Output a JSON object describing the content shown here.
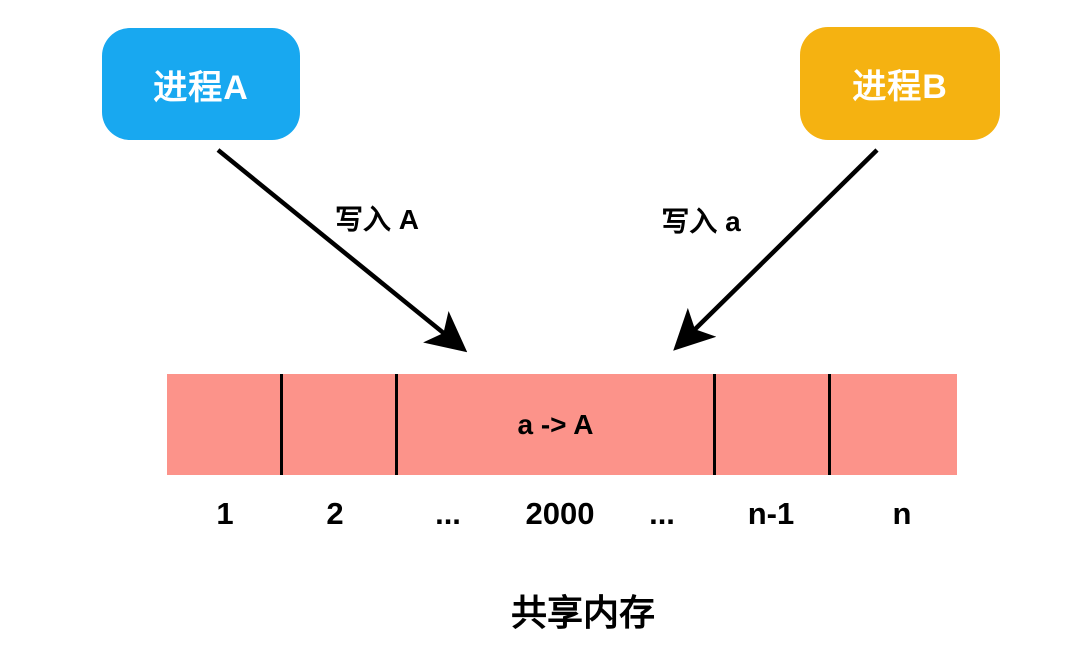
{
  "diagram": {
    "process_a": {
      "label": "进程A",
      "color": "#18A8F0"
    },
    "process_b": {
      "label": "进程B",
      "color": "#F5B211"
    },
    "arrows": {
      "write_a_label": "写入 A",
      "write_b_label": "写入 a",
      "color": "#000000"
    },
    "memory": {
      "cell_text": "a -> A",
      "color": "#FC938A",
      "index_labels": [
        "1",
        "2",
        "...",
        "2000",
        "...",
        "n-1",
        "n"
      ]
    },
    "caption": "共享内存"
  }
}
